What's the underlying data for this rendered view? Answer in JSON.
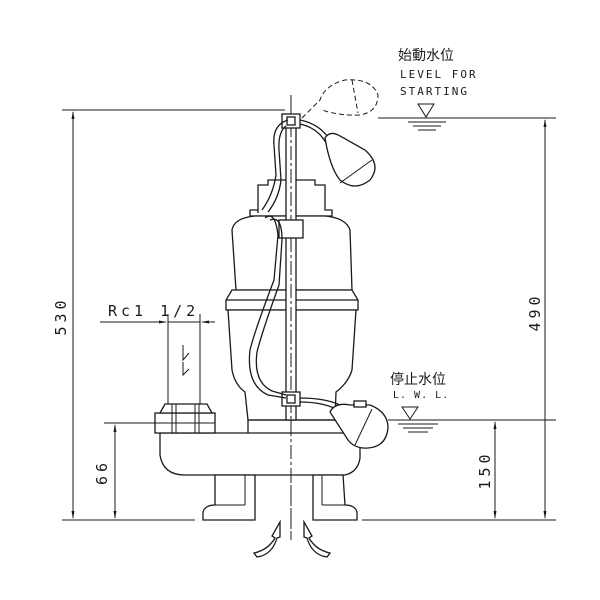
{
  "start_level": {
    "label_jp": "始動水位",
    "label_en_1": "LEVEL FOR",
    "label_en_2": "STARTING"
  },
  "stop_level": {
    "label_jp": "停止水位",
    "label_en": "L. W. L."
  },
  "dimensions": {
    "overall_height": "530",
    "start_level_height": "490",
    "outlet_height": "66",
    "stop_level_height": "150",
    "outlet_size": "Rc1 1/2"
  }
}
